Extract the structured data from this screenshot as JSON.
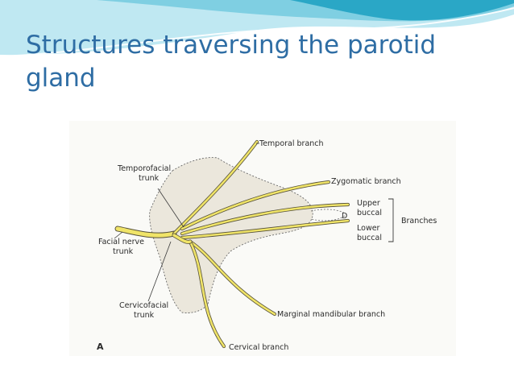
{
  "slide": {
    "title_line1": "Structures traversing the parotid",
    "title_line2": "gland"
  },
  "diagram": {
    "panel_letter": "A",
    "labels": {
      "temporofacial_trunk_line1": "Temporofacial",
      "temporofacial_trunk_line2": "trunk",
      "facial_nerve_trunk_line1": "Facial nerve",
      "facial_nerve_trunk_line2": "trunk",
      "cervicofacial_trunk_line1": "Cervicofacial",
      "cervicofacial_trunk_line2": "trunk",
      "temporal_branch": "Temporal branch",
      "zygomatic_branch": "Zygomatic branch",
      "upper_buccal_line1": "Upper",
      "upper_buccal_line2": "buccal",
      "lower_buccal_line1": "Lower",
      "lower_buccal_line2": "buccal",
      "branches": "Branches",
      "marginal_mandibular_branch": "Marginal mandibular branch",
      "cervical_branch": "Cervical branch",
      "small_mark": "D"
    }
  },
  "colors": {
    "title": "#2e6da4",
    "nerve_fill": "#f0e468",
    "nerve_outline": "#55503a",
    "gland_fill": "#ebe7dc",
    "figure_bg": "#fafaf7",
    "header_wave_dark": "#2aa7c6",
    "header_wave_light": "#a4dfec"
  }
}
